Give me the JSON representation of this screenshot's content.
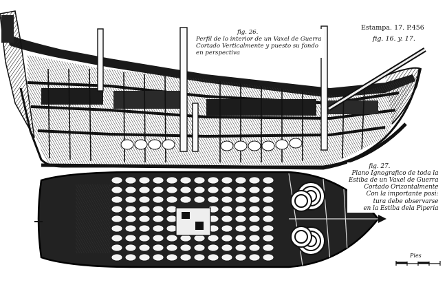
{
  "plate": {
    "estampa": "Estampa. 17. P.456",
    "fig_refs": "fig. 16. y. 17."
  },
  "fig26": {
    "number": "fig. 26.",
    "lines": [
      "Perfil de lo interior de un Vaxel de Guerra",
      "Cortado Verticalmente y puesto su fondo",
      "en perspectiva"
    ]
  },
  "fig27": {
    "number": "fig. 27.",
    "lines": [
      "Plano Ignografico de toda la",
      "Estiba de un Vaxel de Guerra",
      "Cortado Orizontalmente",
      "Con la importante posi:",
      "tura debe observarse",
      "en la Estiba dela Piperia"
    ]
  },
  "scale": {
    "label": "Pies"
  }
}
